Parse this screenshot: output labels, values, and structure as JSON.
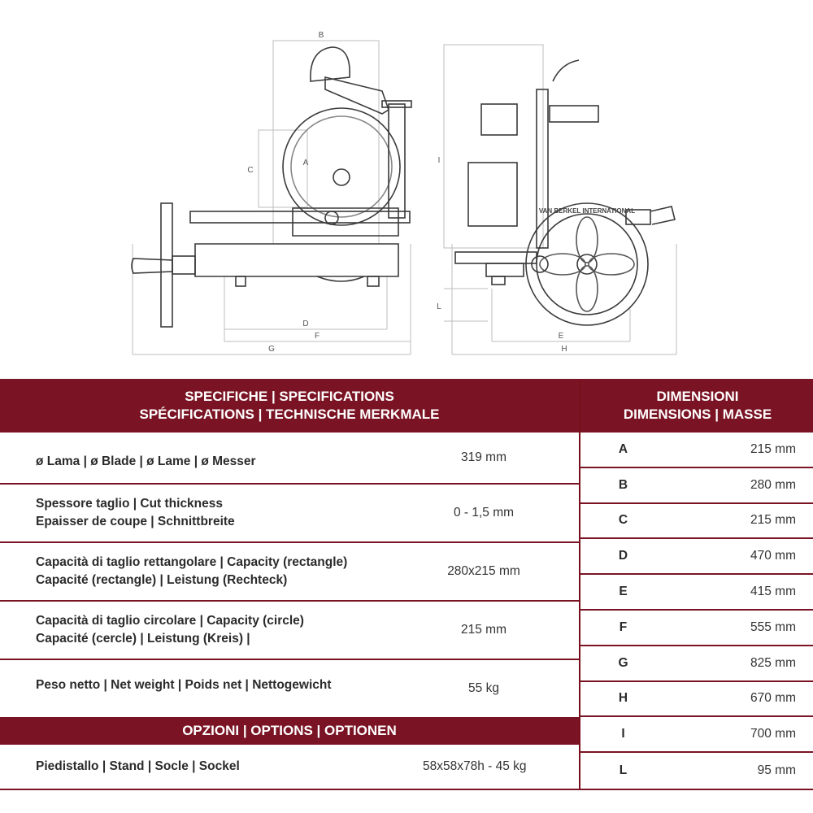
{
  "colors": {
    "accent": "#7a1424",
    "line": "#c8c8c8"
  },
  "drawing": {
    "dim_labels": [
      "A",
      "B",
      "C",
      "D",
      "E",
      "F",
      "G",
      "H",
      "I",
      "L"
    ],
    "brand_text": "VAN BERKEL INTERNATIONAL"
  },
  "specs": {
    "header_line1": "SPECIFICHE | SPECIFICATIONS",
    "header_line2": "SPÉCIFICATIONS | TECHNISCHE MERKMALE",
    "rows": [
      {
        "label1": "ø Lama | ø Blade |  ø Lame | ø Messer",
        "label2": "",
        "value": "319 mm"
      },
      {
        "label1": "Spessore taglio | Cut thickness",
        "label2": "Epaisser de coupe | Schnittbreite",
        "value": "0 - 1,5 mm"
      },
      {
        "label1": "Capacità di taglio rettangolare | Capacity (rectangle)",
        "label2": "Capacité (rectangle)  | Leistung (Rechteck)",
        "value": "280x215 mm"
      },
      {
        "label1": "Capacità di taglio circolare | Capacity (circle)",
        "label2": "Capacité (cercle) | Leistung (Kreis) |",
        "value": "215 mm"
      },
      {
        "label1": "Peso netto | Net weight | Poids net | Nettogewicht",
        "label2": "",
        "value": "55 kg"
      }
    ],
    "options_header": "OPZIONI | OPTIONS | OPTIONEN",
    "options": [
      {
        "label": "Piedistallo | Stand | Socle | Sockel",
        "value": "58x58x78h - 45 kg"
      }
    ]
  },
  "dimensions": {
    "header_line1": "DIMENSIONI",
    "header_line2": "DIMENSIONS | MASSE",
    "rows": [
      {
        "key": "A",
        "value": "215 mm"
      },
      {
        "key": "B",
        "value": "280 mm"
      },
      {
        "key": "C",
        "value": "215 mm"
      },
      {
        "key": "D",
        "value": "470 mm"
      },
      {
        "key": "E",
        "value": "415 mm"
      },
      {
        "key": "F",
        "value": "555 mm"
      },
      {
        "key": "G",
        "value": "825 mm"
      },
      {
        "key": "H",
        "value": "670 mm"
      },
      {
        "key": "I",
        "value": "700 mm"
      },
      {
        "key": "L",
        "value": "95 mm"
      }
    ]
  }
}
